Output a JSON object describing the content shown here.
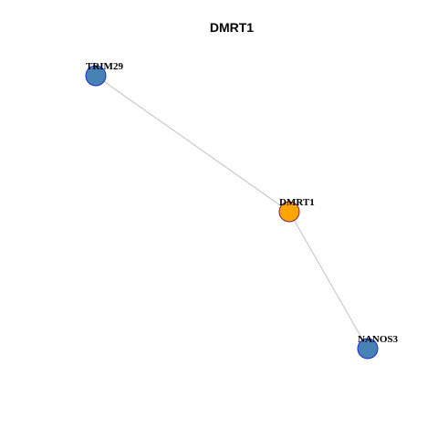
{
  "title": "DMRT1",
  "colors": {
    "edge": "#b4b4b4",
    "hub_fill": "#ffa500",
    "node_fill": "#4682b4",
    "hub_stroke": "#7a1f5a",
    "node_stroke": "#1a2bd6",
    "background": "#ffffff"
  },
  "nodes": [
    {
      "id": "TRIM29",
      "label": "TRIM29",
      "role": "neighbor"
    },
    {
      "id": "DMRT1",
      "label": "DMRT1",
      "role": "hub"
    },
    {
      "id": "NANOS3",
      "label": "NANOS3",
      "role": "neighbor"
    }
  ],
  "edges": [
    {
      "source": "TRIM29",
      "target": "DMRT1"
    },
    {
      "source": "DMRT1",
      "target": "NANOS3"
    }
  ]
}
